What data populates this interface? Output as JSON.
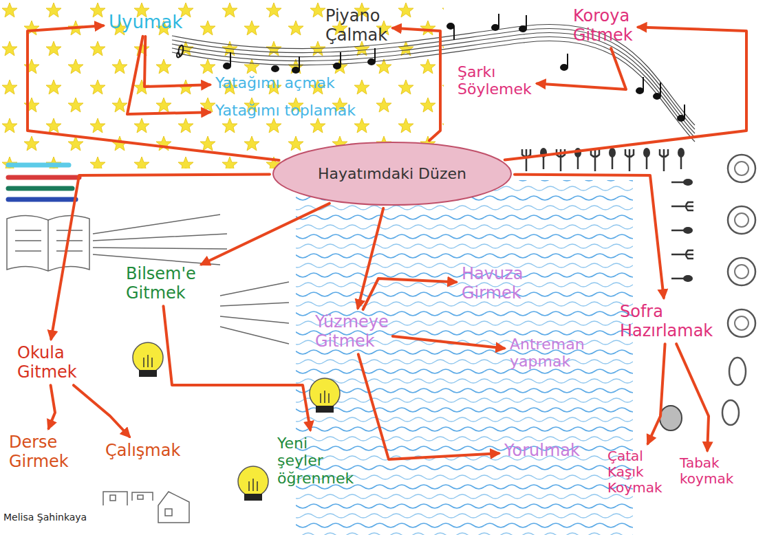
{
  "diagram": {
    "nodes": [
      {
        "text": [
          "Hayatımdaki Düzen"
        ]
      },
      {
        "text": [
          "Uyumak"
        ]
      },
      {
        "text": [
          "Yatağımı açmak"
        ]
      },
      {
        "text": [
          "Yatağımı toplamak"
        ]
      },
      {
        "text": [
          "Piyano Çalmak"
        ]
      },
      {
        "text": [
          "Koroya Gitmek"
        ]
      },
      {
        "text": [
          "Şarkı Söylemek"
        ]
      },
      {
        "text": [
          "Okula Gitmek"
        ]
      },
      {
        "text": [
          "Derse Girmek"
        ]
      },
      {
        "text": [
          "Çalışmak"
        ]
      },
      {
        "text": [
          "Bilsem'e Gitmek"
        ]
      },
      {
        "text": [
          "Yeni şeyler öğrenmek"
        ]
      },
      {
        "text": [
          "Yüzmeye Gitmek"
        ]
      },
      {
        "text": [
          "Havuza Girmek"
        ]
      },
      {
        "text": [
          "Antreman yapmak"
        ]
      },
      {
        "text": [
          "Yorulmak"
        ]
      },
      {
        "text": [
          "Sofra Hazırlamak"
        ]
      },
      {
        "text": [
          "Çatal Kaşık Koymak"
        ]
      },
      {
        "text": [
          "Tabak koymak"
        ]
      }
    ],
    "edges": [
      {
        "from": 0,
        "to": 1,
        "arrow": "to"
      },
      {
        "from": 1,
        "to": 2,
        "arrow": "to"
      },
      {
        "from": 1,
        "to": 3,
        "arrow": "to"
      },
      {
        "from": 0,
        "to": 4,
        "arrow": "to"
      },
      {
        "from": 0,
        "to": 5,
        "arrow": "to"
      },
      {
        "from": 5,
        "to": 6,
        "arrow": "to"
      },
      {
        "from": 0,
        "to": 7,
        "arrow": "to"
      },
      {
        "from": 7,
        "to": 8,
        "arrow": "to"
      },
      {
        "from": 7,
        "to": 9,
        "arrow": "to"
      },
      {
        "from": 0,
        "to": 10,
        "arrow": "to"
      },
      {
        "from": 10,
        "to": 11,
        "arrow": "to"
      },
      {
        "from": 0,
        "to": 12,
        "arrow": "to"
      },
      {
        "from": 12,
        "to": 13,
        "arrow": "to"
      },
      {
        "from": 12,
        "to": 14,
        "arrow": "to"
      },
      {
        "from": 12,
        "to": 15,
        "arrow": "to"
      },
      {
        "from": 0,
        "to": 16,
        "arrow": "to"
      },
      {
        "from": 16,
        "to": 17,
        "arrow": "to"
      },
      {
        "from": 16,
        "to": 18,
        "arrow": "to"
      }
    ],
    "labels": [
      "Melisa Şahinkaya"
    ]
  }
}
